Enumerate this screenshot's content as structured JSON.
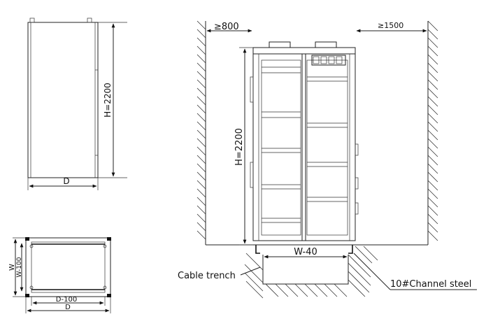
{
  "labels": {
    "side_height": "H=2200",
    "side_depth": "D",
    "front_height": "H=2200",
    "clear_left": "≥800",
    "clear_right": "≥1500",
    "trench_width": "W-40",
    "cable_trench": "Cable trench",
    "channel_steel": "10#Channel steel",
    "plan_w": "W",
    "plan_w_inner": "W-100",
    "plan_d_inner": "D-100",
    "plan_d": "D"
  }
}
